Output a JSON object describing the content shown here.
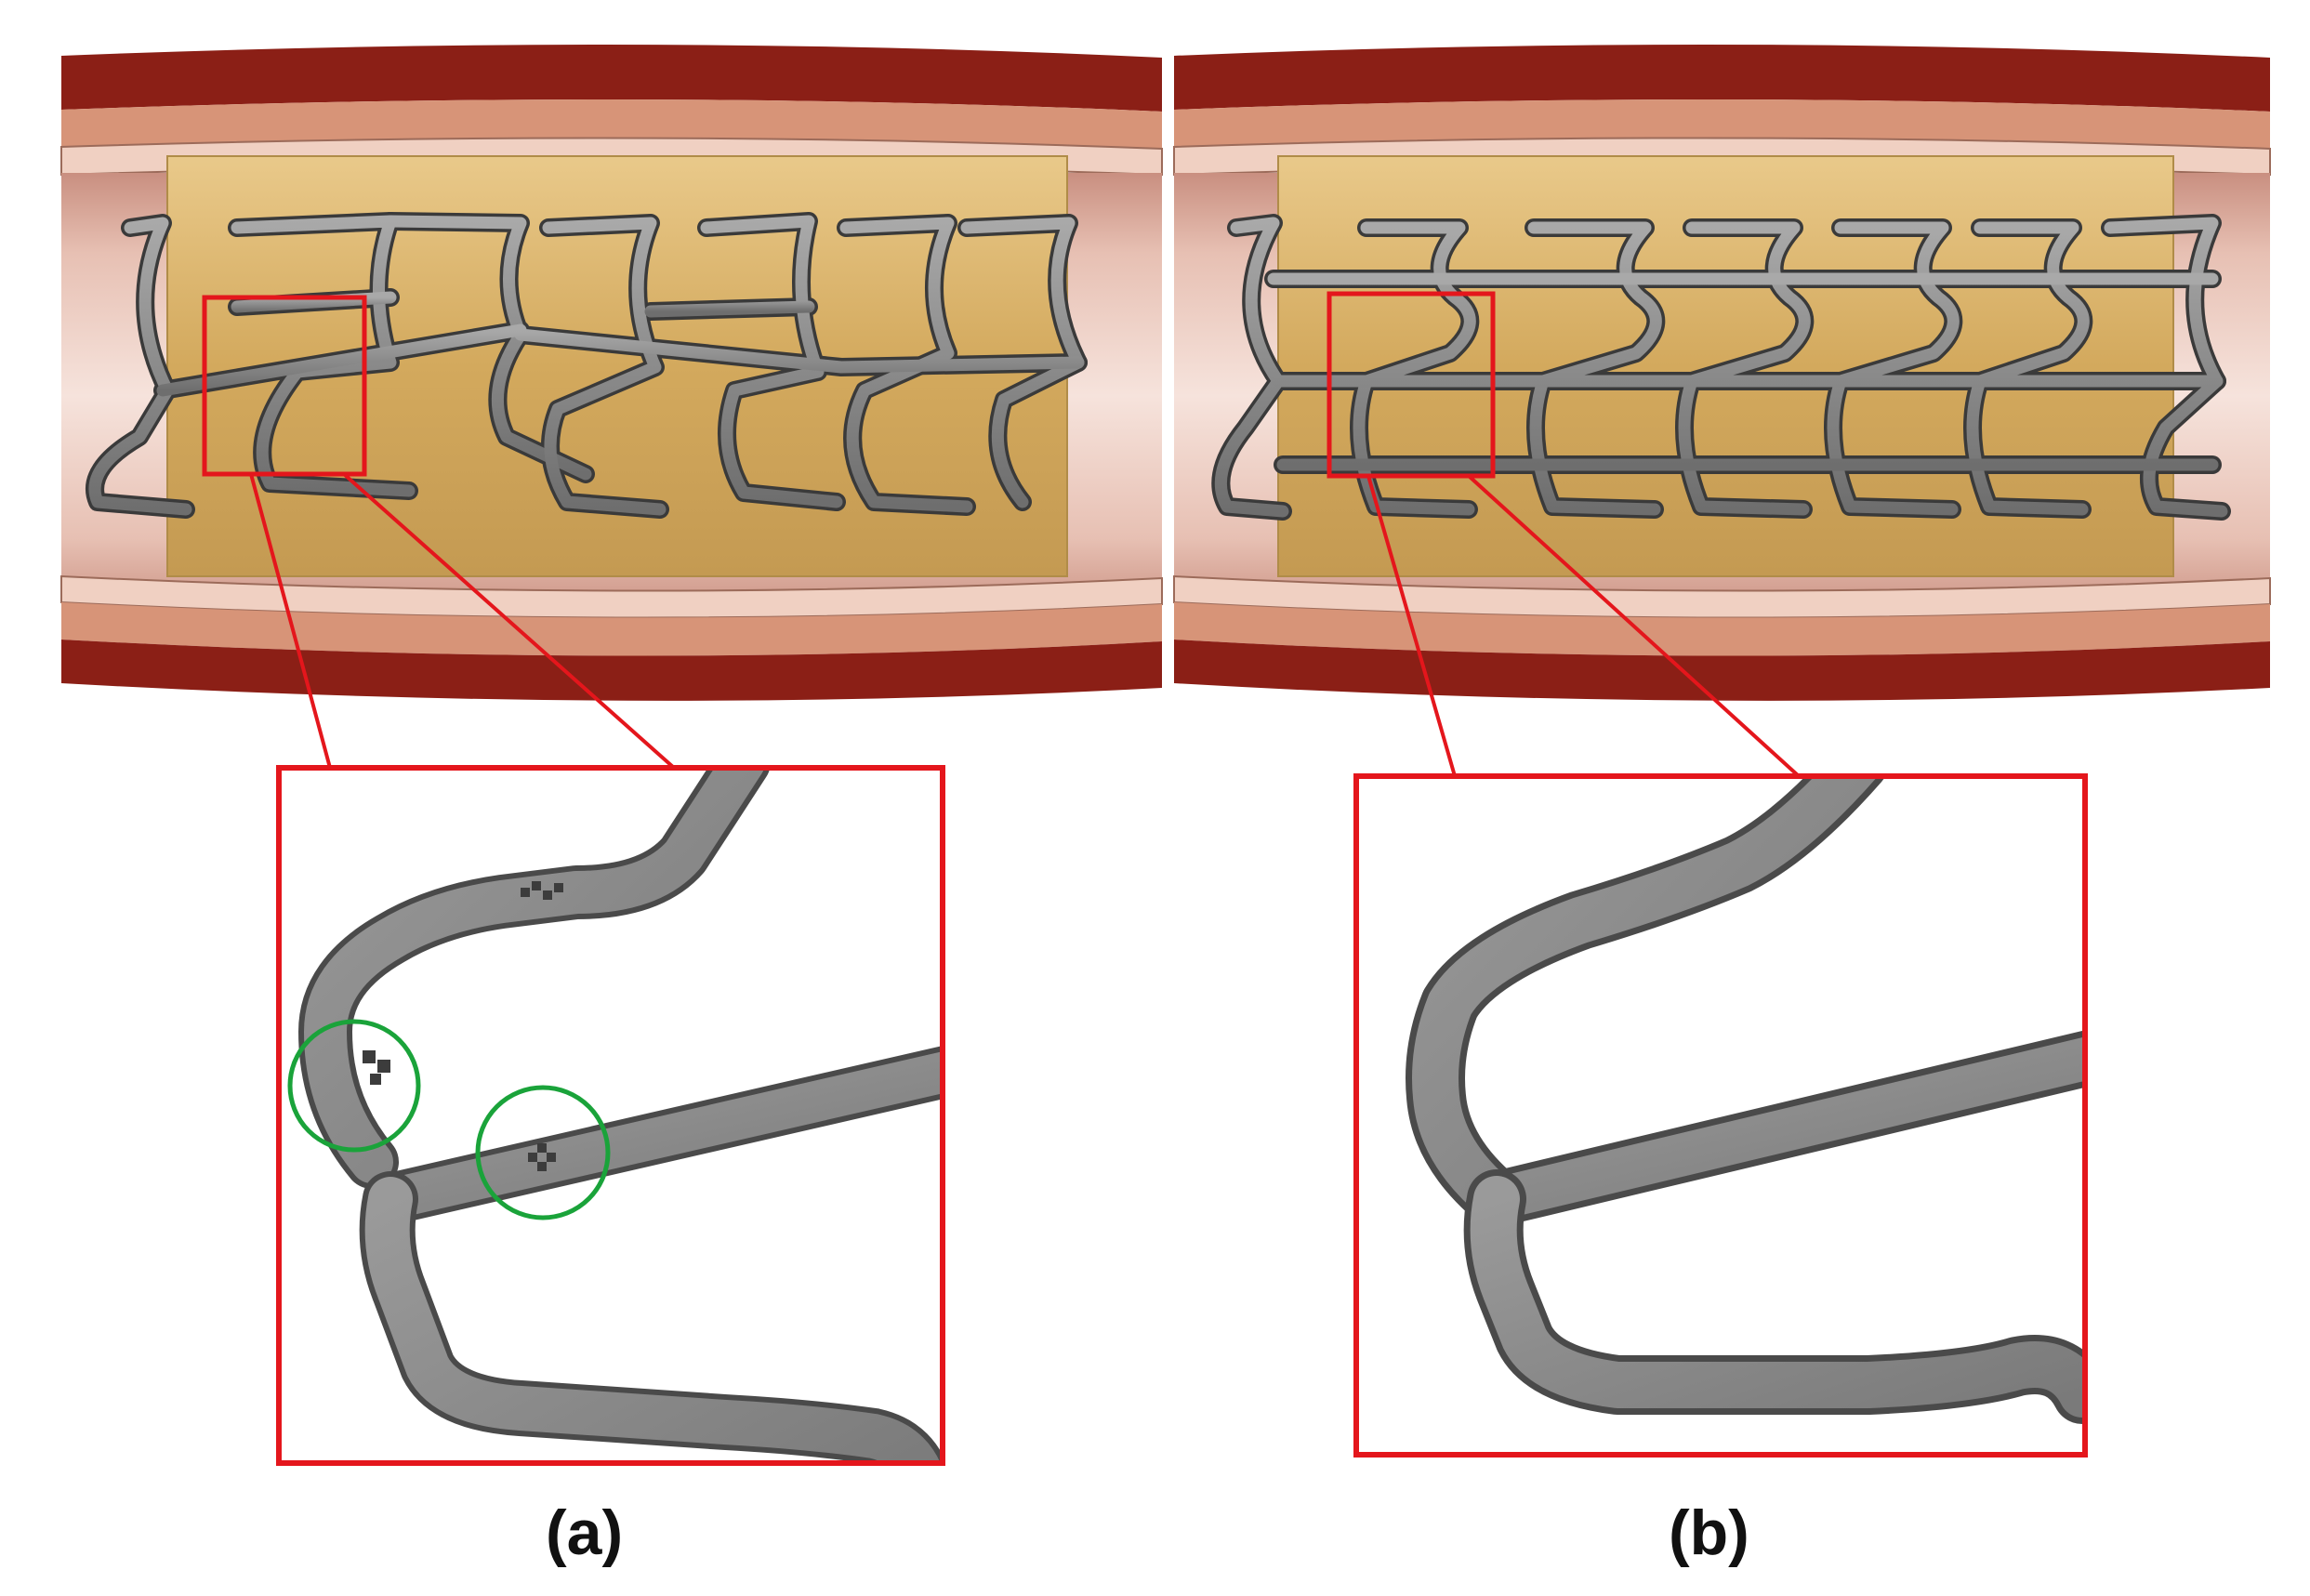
{
  "panels": [
    {
      "id": "a",
      "label": "(a)",
      "connector_color": "#e4161c",
      "highlight_color": "#1aa33a"
    },
    {
      "id": "b",
      "label": "(b)",
      "connector_color": "#e4161c"
    }
  ],
  "colors": {
    "vessel_outer": "#8b1f16",
    "vessel_mid": "#d79478",
    "vessel_inner": "#f1d3c6",
    "lumen": "#edd1c5",
    "plaque": "#d6ad64",
    "strut": "#8a8a8a",
    "strut_edge": "#3a3a3a"
  }
}
